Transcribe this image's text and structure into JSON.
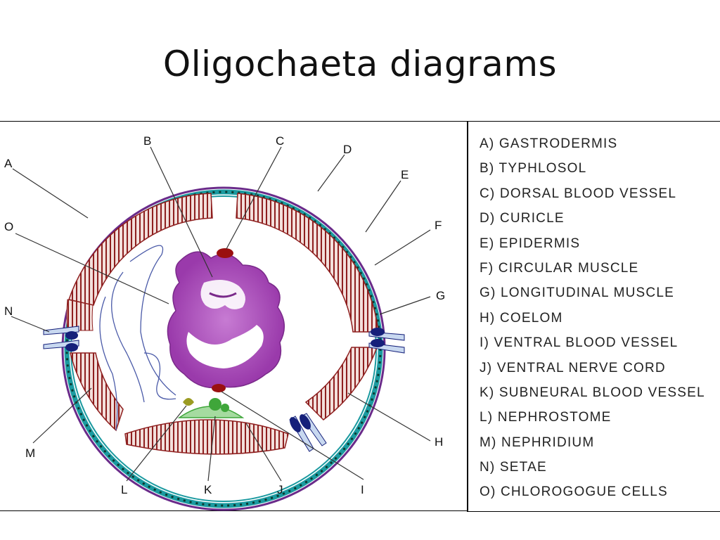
{
  "slide": {
    "title": "Oligochaeta diagrams"
  },
  "diagram": {
    "letters": [
      "A",
      "B",
      "C",
      "D",
      "E",
      "F",
      "G",
      "H",
      "I",
      "J",
      "K",
      "L",
      "M",
      "N",
      "O"
    ],
    "colors": {
      "muscle": "#8e1f1f",
      "intestine": "#b458c4",
      "cuticle": "#6a2b8a",
      "epidermis": "#1b9aa0",
      "setae": "#15207a",
      "vessel": "#9a1010",
      "nerve_cord": "#3fa63a"
    }
  },
  "legend": {
    "items": [
      "A) GASTRODERMIS",
      "B) TYPHLOSOL",
      "C) DORSAL BLOOD VESSEL",
      "D) CURICLE",
      "E) EPIDERMIS",
      "F) CIRCULAR MUSCLE",
      "G) LONGITUDINAL MUSCLE",
      "H) COELOM",
      "I) VENTRAL BLOOD VESSEL",
      "J) VENTRAL NERVE CORD",
      "K) SUBNEURAL BLOOD VESSEL",
      "L) NEPHROSTOME",
      "M) NEPHRIDIUM",
      "N) SETAE",
      "O) CHLOROGOGUE CELLS"
    ]
  }
}
